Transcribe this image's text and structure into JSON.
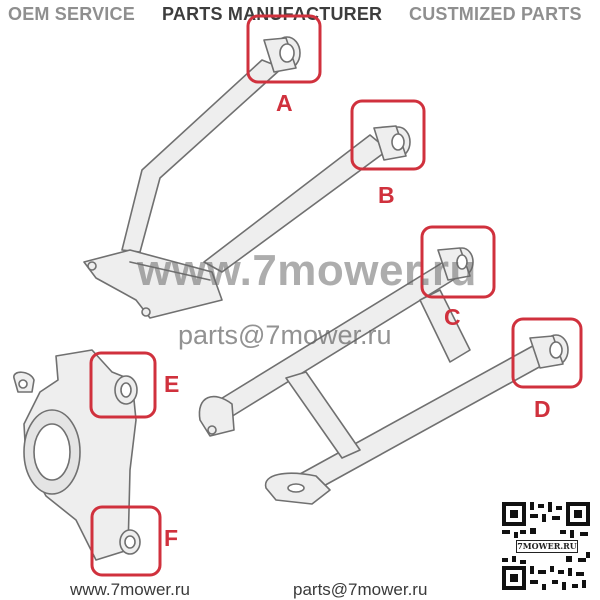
{
  "header": {
    "oem_service": "OEM SERVICE",
    "parts_manufacturer": "PARTS MANUFACTURER",
    "customized_parts": "CUSTMIZED PARTS"
  },
  "watermark": {
    "site": "www.7mower.ru",
    "email": "parts@7mower.ru"
  },
  "callouts": [
    "A",
    "B",
    "C",
    "D",
    "E",
    "F"
  ],
  "colors": {
    "highlight": "#d0313d",
    "part_fill": "#eeeeee",
    "part_outline": "#707070"
  },
  "footer": {
    "site": "www.7mower.ru",
    "email": "parts@7mower.ru"
  },
  "qr": {
    "label": "7MOWER.RU"
  }
}
